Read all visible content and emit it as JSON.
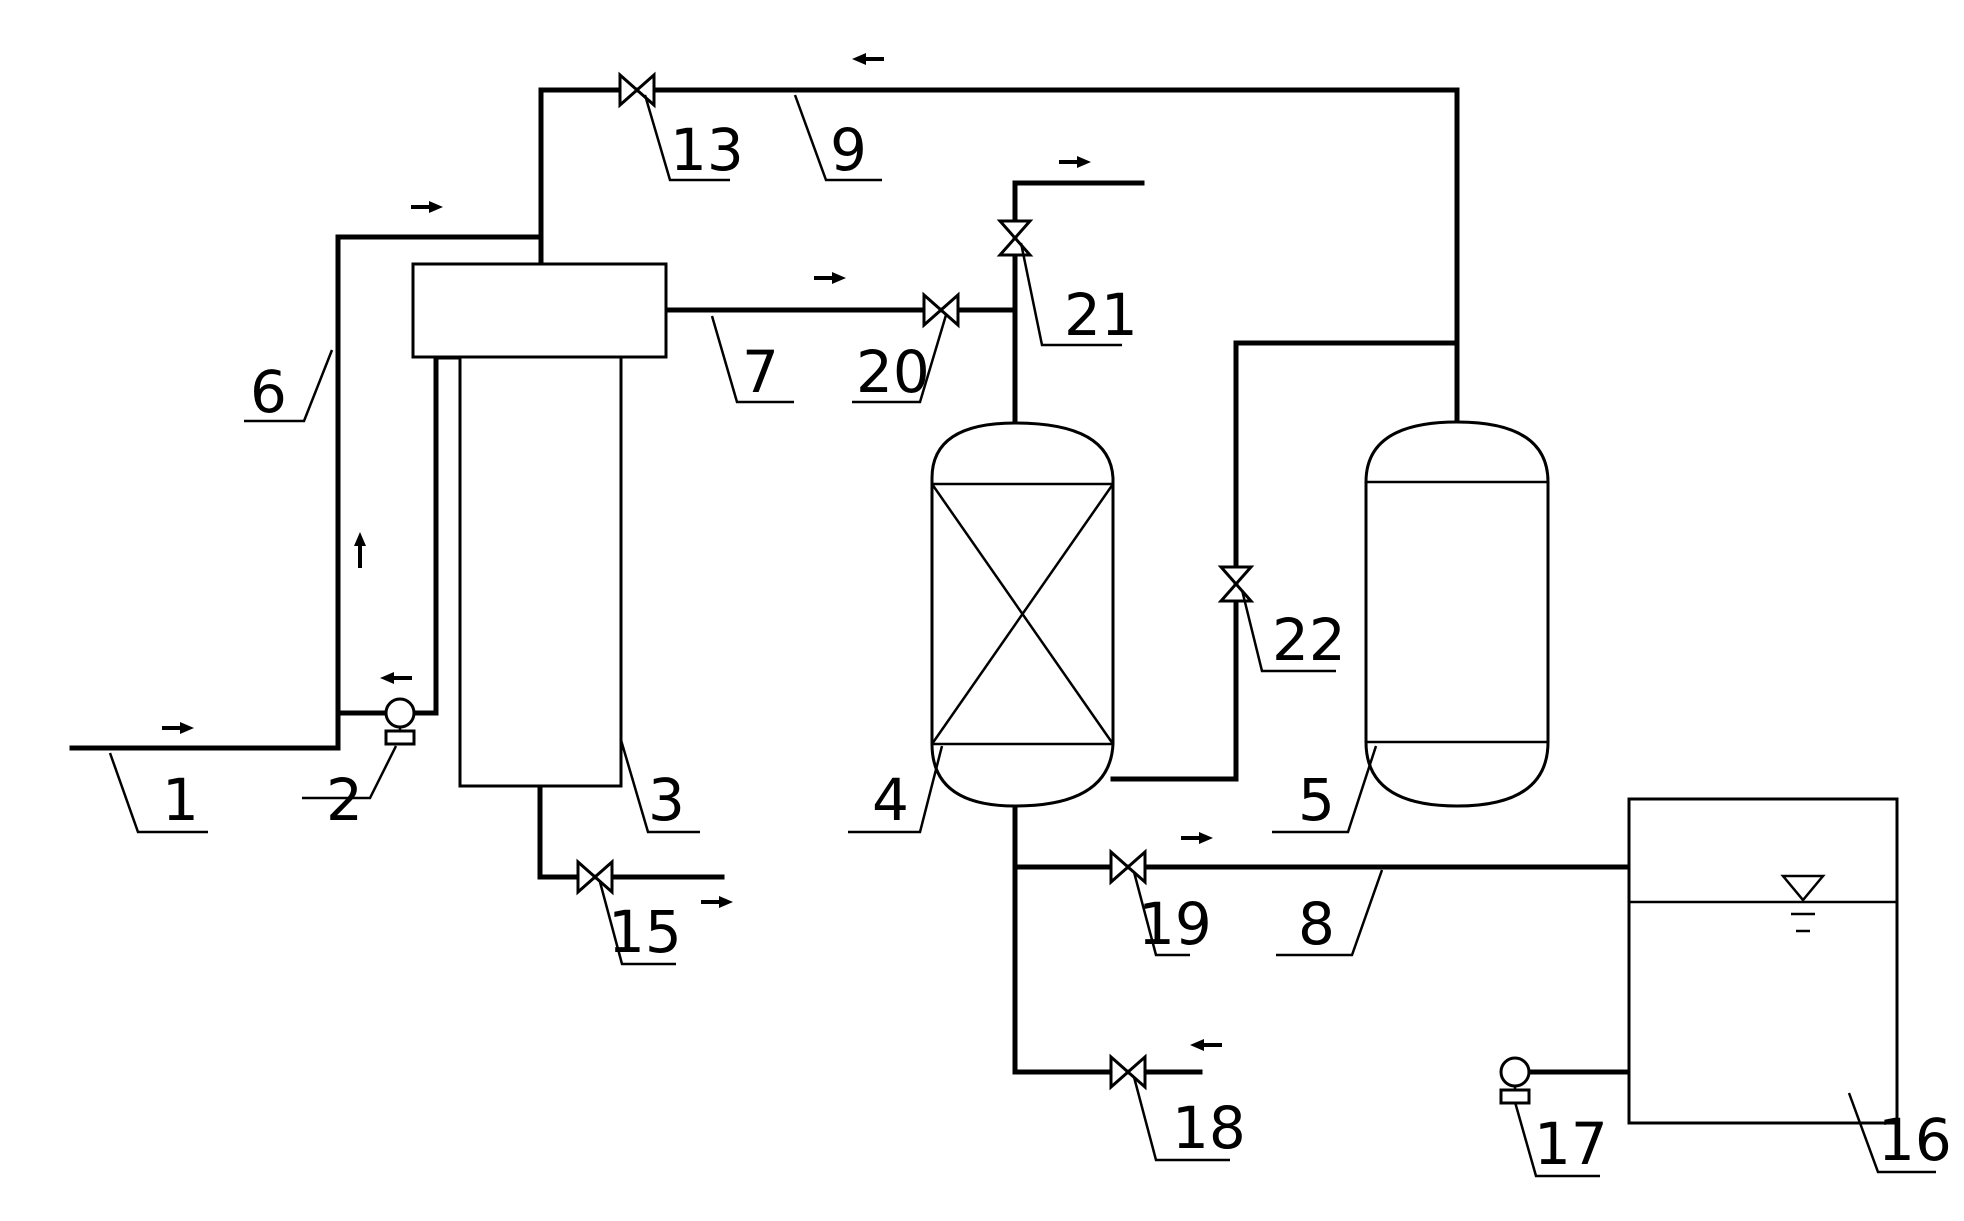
{
  "labels": {
    "l1": "1",
    "l2": "2",
    "l3": "3",
    "l4": "4",
    "l5": "5",
    "l6": "6",
    "l7": "7",
    "l8": "8",
    "l9": "9",
    "l13": "13",
    "l15": "15",
    "l16": "16",
    "l17": "17",
    "l18": "18",
    "l19": "19",
    "l20": "20",
    "l21": "21",
    "l22": "22"
  }
}
